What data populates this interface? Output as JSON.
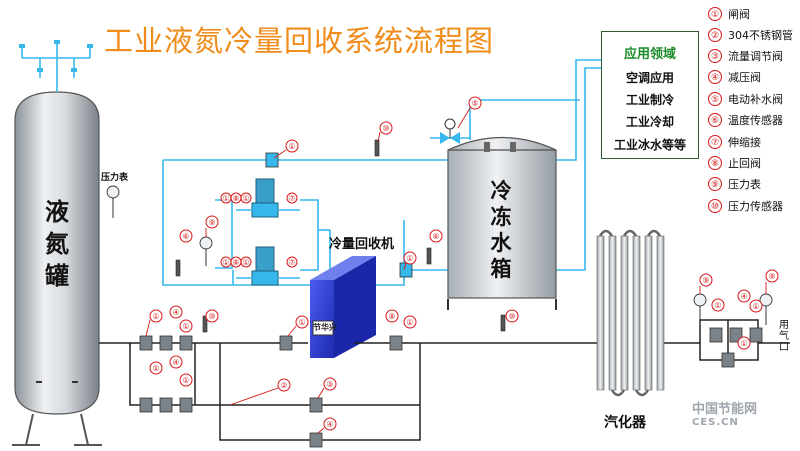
{
  "title": "工业液氮冷量回收系统流程图",
  "application_box": {
    "heading": "应用领域",
    "items": [
      "空调应用",
      "工业制冷",
      "工业冷却",
      "工业冰水等等"
    ]
  },
  "legend": [
    {
      "num": "①",
      "label": "闸阀"
    },
    {
      "num": "②",
      "label": "304不锈钢管"
    },
    {
      "num": "③",
      "label": "流量调节阀"
    },
    {
      "num": "④",
      "label": "减压阀"
    },
    {
      "num": "⑤",
      "label": "电动补水阀"
    },
    {
      "num": "⑥",
      "label": "温度传感器"
    },
    {
      "num": "⑦",
      "label": "伸缩接"
    },
    {
      "num": "⑧",
      "label": "止回阀"
    },
    {
      "num": "⑨",
      "label": "压力表"
    },
    {
      "num": "⑩",
      "label": "压力传感器"
    }
  ],
  "labels": {
    "ln2_tank": [
      "液",
      "氮",
      "罐"
    ],
    "water_tank": [
      "冷",
      "冻",
      "水",
      "箱"
    ],
    "pressure_gauge": "压力表",
    "recovery_unit": "冷量回收机",
    "unit_brand": "节华兴",
    "vaporizer": "汽化器",
    "outlet": [
      "用",
      "气",
      "口"
    ]
  },
  "watermark": {
    "line1": "中国节能网",
    "line2": "CES.CN"
  },
  "colors": {
    "pipe_blue": "#36b8ec",
    "pipe_black": "#222222",
    "marker_red": "#d61818",
    "title_orange": "#f08c1a",
    "legend_green": "#1a8a2a",
    "unit_blue": "#2a3fd6"
  }
}
